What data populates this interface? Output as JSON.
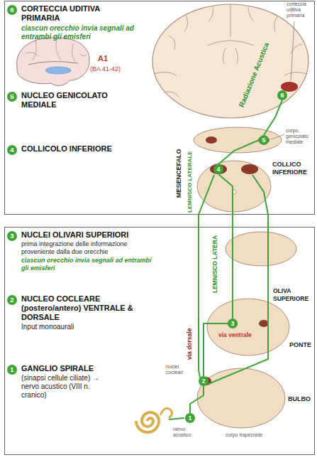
{
  "diagram": {
    "nodes": [
      {
        "text": [
          "6",
          "CORTECCIA UDITIVA PRIMARIA",
          "ciascun orecchio invia segnali ad entrambi gli emisferi"
        ]
      },
      {
        "text": [
          "6"
        ]
      },
      {
        "text": [
          "5",
          "NUCLEO GENICOLATO MEDIALE"
        ]
      },
      {
        "text": [
          "5"
        ]
      },
      {
        "text": [
          "4",
          "COLLICOLO INFERIORE"
        ]
      },
      {
        "text": [
          "4"
        ]
      },
      {
        "text": [
          "3",
          "NUCLEI OLIVARI SUPERIORI",
          "prima integrazione delle informazione proveniente dalla due orecchie",
          "ciascun orecchio invia segnali ad entrambi gli emisferi"
        ]
      },
      {
        "text": [
          "3"
        ]
      },
      {
        "text": [
          "2",
          "NUCLEO COCLEARE (postero/antero) VENTRALE & DORSALE",
          "Input monoaurali"
        ]
      },
      {
        "text": [
          "2"
        ]
      },
      {
        "text": [
          "1",
          "GANGLIO SPIRALE",
          "(sinapsi cellule ciliate) → nervo acustico (VIII n. cranico)"
        ]
      },
      {
        "text": [
          "1"
        ]
      }
    ],
    "edges": [
      {
        "from": 11,
        "to": 9,
        "arrow": "none"
      },
      {
        "from": 9,
        "to": 7,
        "arrow": "none"
      },
      {
        "from": 7,
        "to": 5,
        "arrow": "none"
      },
      {
        "from": 5,
        "to": 3,
        "arrow": "none"
      },
      {
        "from": 3,
        "to": 1,
        "arrow": "none"
      }
    ],
    "labels": [
      "A1",
      "(BA 41-42)",
      "corteccia uditiva primaria",
      "Radiazione Acustica",
      "corpo genicolato mediale",
      "MESENCEFALO",
      "COLLICO INFERIORE",
      "LEMNISCO LATERALE",
      "LEMNISCO LATERA",
      "OLIVA SUPERIORE",
      "PONTE",
      "via dorsale",
      "via ventrale",
      "nuclei cocleari",
      "BULBO",
      "nervo acustico",
      "corpo trapezoide"
    ]
  }
}
